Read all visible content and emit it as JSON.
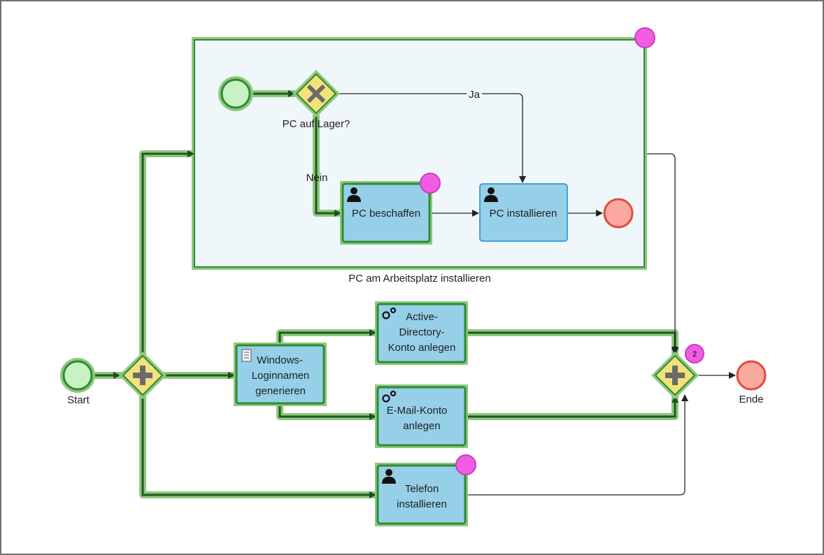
{
  "diagram": {
    "subprocess_label": "PC am Arbeitsplatz installieren",
    "gateway_pc_label": "PC auf Lager?",
    "flow_yes_label": "Ja",
    "flow_no_label": "Nein",
    "task_pc_beschaffen": [
      "PC beschaffen"
    ],
    "task_pc_installieren": [
      "PC installieren"
    ],
    "task_windows_login": [
      "Windows-",
      "Loginnamen",
      "generieren"
    ],
    "task_active_directory": [
      "Active-",
      "Directory-",
      "Konto anlegen"
    ],
    "task_email": [
      "E-Mail-Konto",
      "anlegen"
    ],
    "task_telefon": [
      "Telefon",
      "installieren"
    ],
    "start_label": "Start",
    "end_label": "Ende",
    "join_badge": "2",
    "colors": {
      "task_fill": "#96cfe8",
      "active_stroke": "#2e8b34",
      "highlight": "#8fc77f",
      "start_fill": "#c9f2c3",
      "end_fill": "#f9a9a0",
      "end_stroke": "#e34b3b",
      "gateway_fill": "#f3e27a",
      "badge": "#f15ce3",
      "subprocess_fill": "#eff7fb"
    },
    "icons": {
      "user_task": "user-icon",
      "service_task": "gear-icon",
      "script_task": "document-icon",
      "exclusive_gateway": "x-icon",
      "parallel_gateway": "plus-icon"
    }
  }
}
